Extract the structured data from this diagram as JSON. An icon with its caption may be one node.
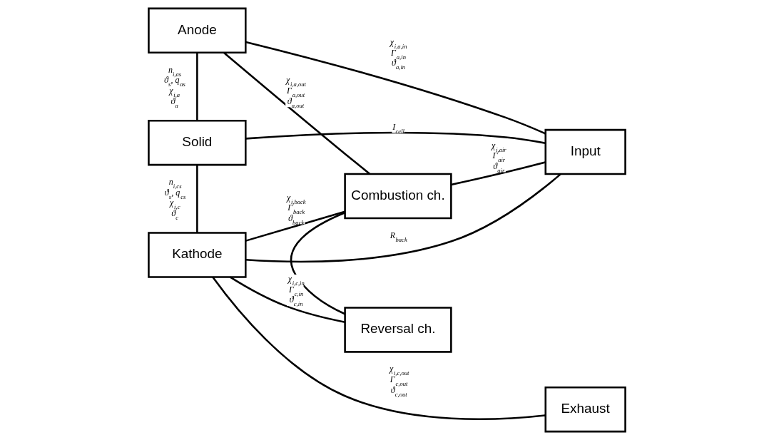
{
  "diagram": {
    "nodes": [
      {
        "text": [
          "Anode"
        ]
      },
      {
        "text": [
          "Combustion ch."
        ]
      },
      {
        "text": [
          "Solid"
        ]
      },
      {
        "text": [
          "Reversal ch."
        ]
      },
      {
        "text": [
          "Kathode"
        ]
      },
      {
        "text": [
          "Input"
        ]
      },
      {
        "text": [
          "Exhaust"
        ]
      }
    ],
    "edges": [
      {
        "from": 5,
        "to": 0,
        "arrow": "none",
        "label": "χ$_{i,a,in}$ Γ$_{a,in}$ ϑ$_{a,in}$"
      },
      {
        "from": 0,
        "to": 1,
        "arrow": "none",
        "label": "χ$_{i,a,out}$ Γ$_{a,out}$ ϑ$_{a,out}$"
      },
      {
        "from": 0,
        "to": 2,
        "arrow": "none",
        "label": "n$_{i,as}$ ϑ$_{s}$, q$_{as}$ χ$_{i,a}$ ϑ$_{a}$"
      },
      {
        "from": 5,
        "to": 1,
        "arrow": "none",
        "label": "χ$_{i,air}$ Γ$_{air}$ ϑ$_{air}$"
      },
      {
        "from": 1,
        "to": 3,
        "arrow": "none"
      },
      {
        "from": 5,
        "to": 2,
        "arrow": "none",
        "label": "I$_{cell}$"
      },
      {
        "from": 2,
        "to": 4,
        "arrow": "none",
        "label": "n$_{i,cs}$ ϑ$_{s}$, q$_{cs}$ χ$_{i,c}$ ϑ$_{c}$"
      },
      {
        "from": 3,
        "to": 4,
        "arrow": "none",
        "label": "χ$_{i,c,in}$ Γ$_{c,in}$ ϑ$_{c,in}$"
      },
      {
        "from": 1,
        "to": 4,
        "arrow": "none",
        "label": "χ$_{i,back}$ Γ$_{back}$ ϑ$_{back}$"
      },
      {
        "from": 5,
        "to": 4,
        "arrow": "none",
        "label": "R$_{back}$"
      },
      {
        "from": 4,
        "to": 6,
        "arrow": "none",
        "label": "χ$_{i,c,out}$ Γ$_{c,out}$ ϑ$_{c,out}$"
      }
    ]
  }
}
